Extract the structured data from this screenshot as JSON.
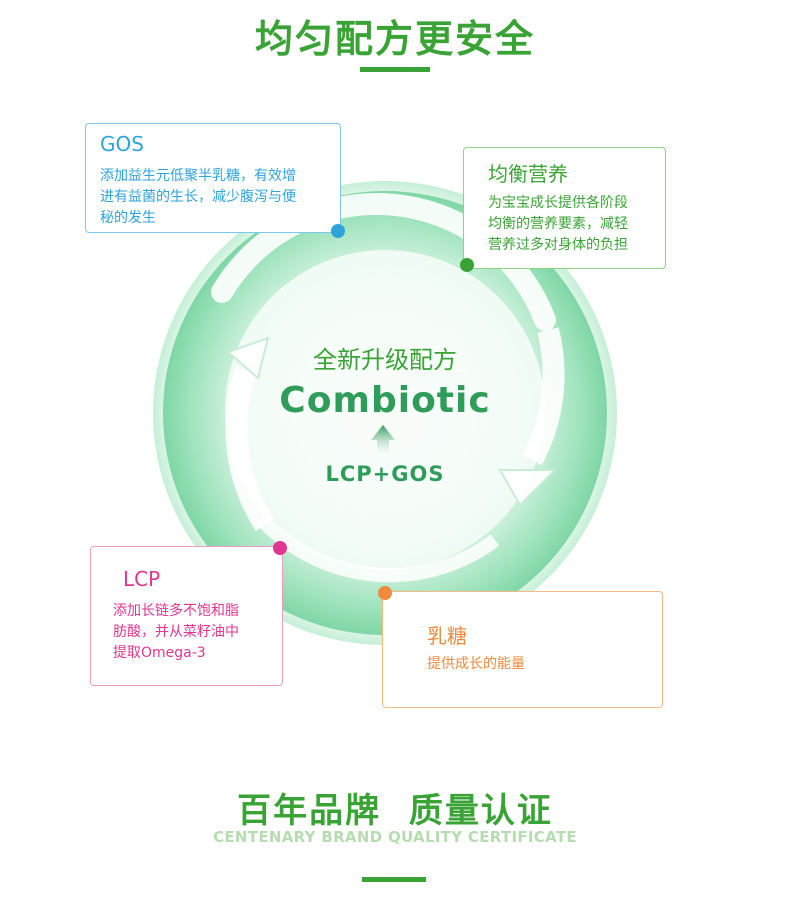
{
  "header": {
    "title": "均匀配方更安全"
  },
  "center": {
    "subtitle": "全新升级配方",
    "formula": "Combiotic",
    "ingredients": "LCP+GOS"
  },
  "cards": {
    "gos": {
      "title": "GOS",
      "desc_lines": [
        "添加益生元低聚半乳糖，有效增",
        "进有益菌的生长，减少腹泻与便",
        "秘的发生"
      ]
    },
    "balance": {
      "title": "均衡营养",
      "desc_lines": [
        "为宝宝成长提供各阶段",
        "均衡的营养要素，减轻",
        "营养过多对身体的负担"
      ]
    },
    "lcp": {
      "title": "LCP",
      "desc_lines": [
        "添加长链多不饱和脂",
        "肪酸，并从菜籽油中",
        "提取Omega-3"
      ]
    },
    "lactose": {
      "title": "乳糖",
      "desc_lines": [
        "提供成长的能量"
      ]
    }
  },
  "footer": {
    "title": "百年品牌  质量认证",
    "subtitle": "CENTENARY BRAND QUALITY CERTIFICATE"
  },
  "colors": {
    "green": "#3aa335",
    "blue": "#2ea3dc",
    "pink": "#e0368f",
    "orange": "#f08a3c",
    "mint": "#8ee0b4"
  }
}
